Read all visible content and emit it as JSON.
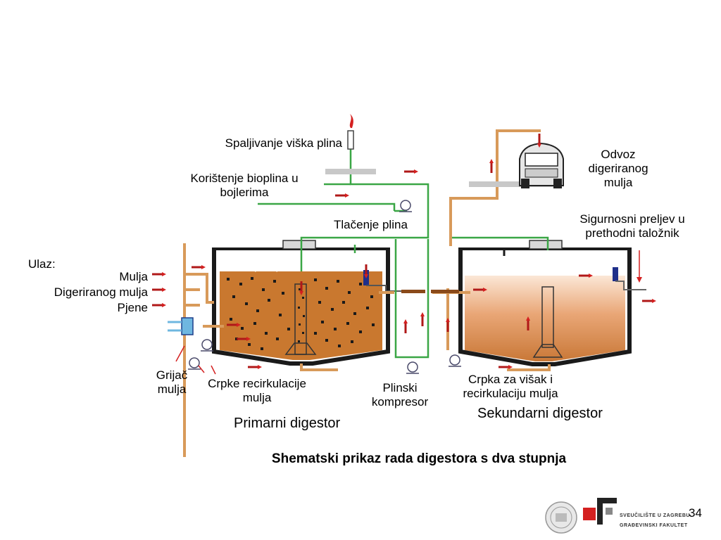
{
  "labels": {
    "spaljivanje": "Spaljivanje viška plina",
    "koristenje_1": "Korištenje bioplina u",
    "koristenje_2": "bojlerima",
    "tlacenje": "Tlačenje plina",
    "odvoz_1": "Odvoz",
    "odvoz_2": "digeriranog",
    "odvoz_3": "mulja",
    "sigurnosni_1": "Sigurnosni preljev u",
    "sigurnosni_2": "prethodni taložnik",
    "ulaz": "Ulaz:",
    "mulja": "Mulja",
    "digeriranog_mulja": "Digeriranog mulja",
    "pjene": "Pjene",
    "grijac_1": "Grijač",
    "grijac_2": "mulja",
    "crpke_1": "Crpke recirkulacije",
    "crpke_2": "mulja",
    "plinski_1": "Plinski",
    "plinski_2": "kompresor",
    "crpka_1": "Crpka za višak i",
    "crpka_2": "recirkulaciju mulja",
    "primarni": "Primarni digestor",
    "sekundarni": "Sekundarni digestor"
  },
  "caption": "Shematski prikaz rada digestora s dva stupnja",
  "slide_number": "34",
  "logo": {
    "line1": "SVEUČILIŠTE U ZAGREBU",
    "line2": "GRAĐEVINSKI FAKULTET"
  },
  "colors": {
    "sludge": "#c9782f",
    "gas_pipe": "#3aa645",
    "sludge_pipe": "#d89a5a",
    "tank_wall": "#1a1a1a",
    "arrow": "#d42020"
  }
}
